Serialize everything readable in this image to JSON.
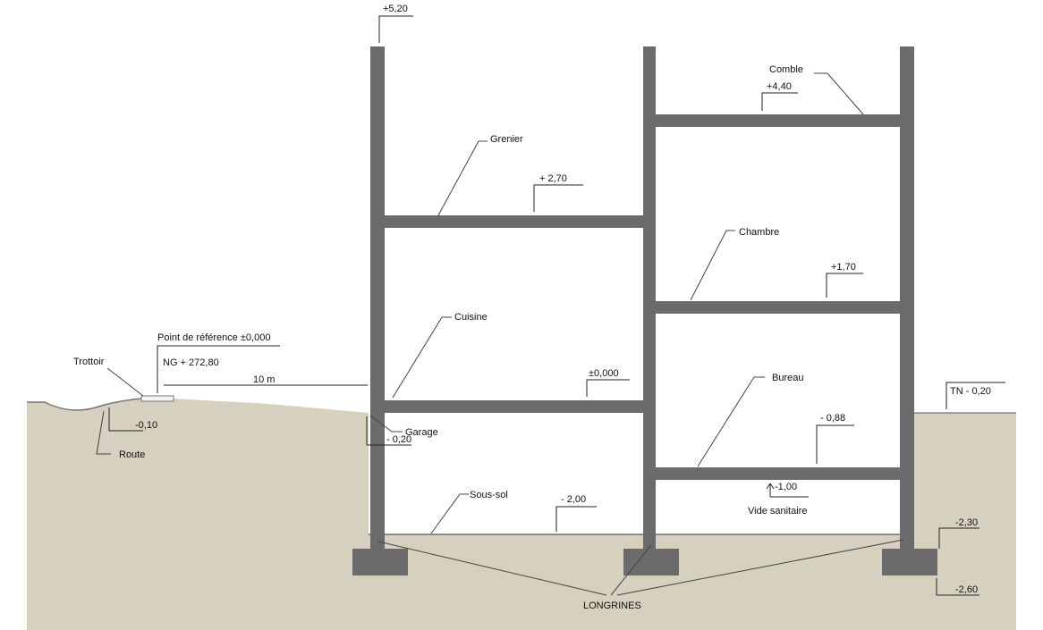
{
  "levels": {
    "top": "+5,20",
    "comble": "+4,40",
    "grenier": "+ 2,70",
    "chambre": "+1,70",
    "cuisine": "±0,000",
    "bureau": "- 0,88",
    "garage": "- 0,20",
    "vide": "-1,00",
    "soussol": "- 2,00",
    "tn": "TN - 0,20",
    "route": "-0,10",
    "foot_top": "-2,30",
    "foot_bottom": "-2,60",
    "reference_level": "±0,000",
    "ng": "NG + 272,80"
  },
  "rooms": {
    "comble": "Comble",
    "grenier": "Grenier",
    "chambre": "Chambre",
    "cuisine": "Cuisine",
    "bureau": "Bureau",
    "garage": "Garage",
    "soussol": "Sous-sol",
    "vide": "Vide sanitaire"
  },
  "site": {
    "trottoir": "Trottoir",
    "route": "Route",
    "reference": "Point de référence",
    "distance": "10 m",
    "longrines": "LONGRINES"
  },
  "colors": {
    "wall": "#6b6b6b",
    "ground": "#d6d0be"
  }
}
